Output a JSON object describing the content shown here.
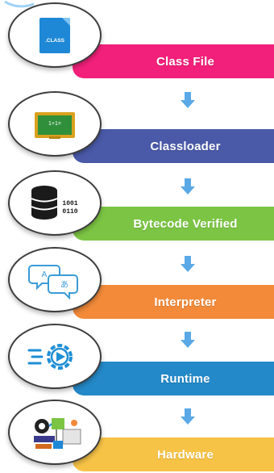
{
  "steps": [
    {
      "label": "Class File",
      "color": "#f2207a",
      "icon": "class-file-icon",
      "icon_text": ".CLASS"
    },
    {
      "label": "Classloader",
      "color": "#4a5aa8",
      "icon": "chalkboard-icon",
      "icon_text": "1+1="
    },
    {
      "label": "Bytecode Verified",
      "color": "#7cc544",
      "icon": "database-binary-icon",
      "icon_text": [
        "1001",
        "0110"
      ]
    },
    {
      "label": "Interpreter",
      "color": "#f28a3a",
      "icon": "translation-bubbles-icon",
      "icon_text": [
        "A",
        "あ"
      ]
    },
    {
      "label": "Runtime",
      "color": "#2489c8",
      "icon": "gear-play-icon"
    },
    {
      "label": "Hardware",
      "color": "#f7c347",
      "icon": "hardware-components-icon"
    }
  ],
  "arrow_color": "#5aa9e6"
}
